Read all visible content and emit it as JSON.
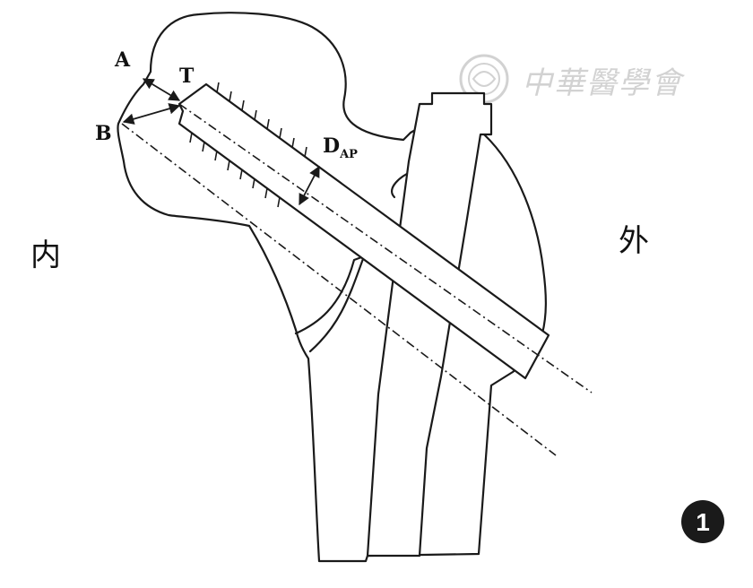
{
  "labels": {
    "a": "A",
    "t": "T",
    "b": "B",
    "dap_main": "D",
    "dap_sub": "AP",
    "medial": "内",
    "lateral": "外"
  },
  "watermark": {
    "text": "中華醫學會",
    "icon": "society-seal-icon"
  },
  "badge": {
    "number": "1"
  },
  "colors": {
    "ink": "#1a1a1a",
    "watermark": "#d2d2d2",
    "badge_fill": "#1a1a1a"
  }
}
